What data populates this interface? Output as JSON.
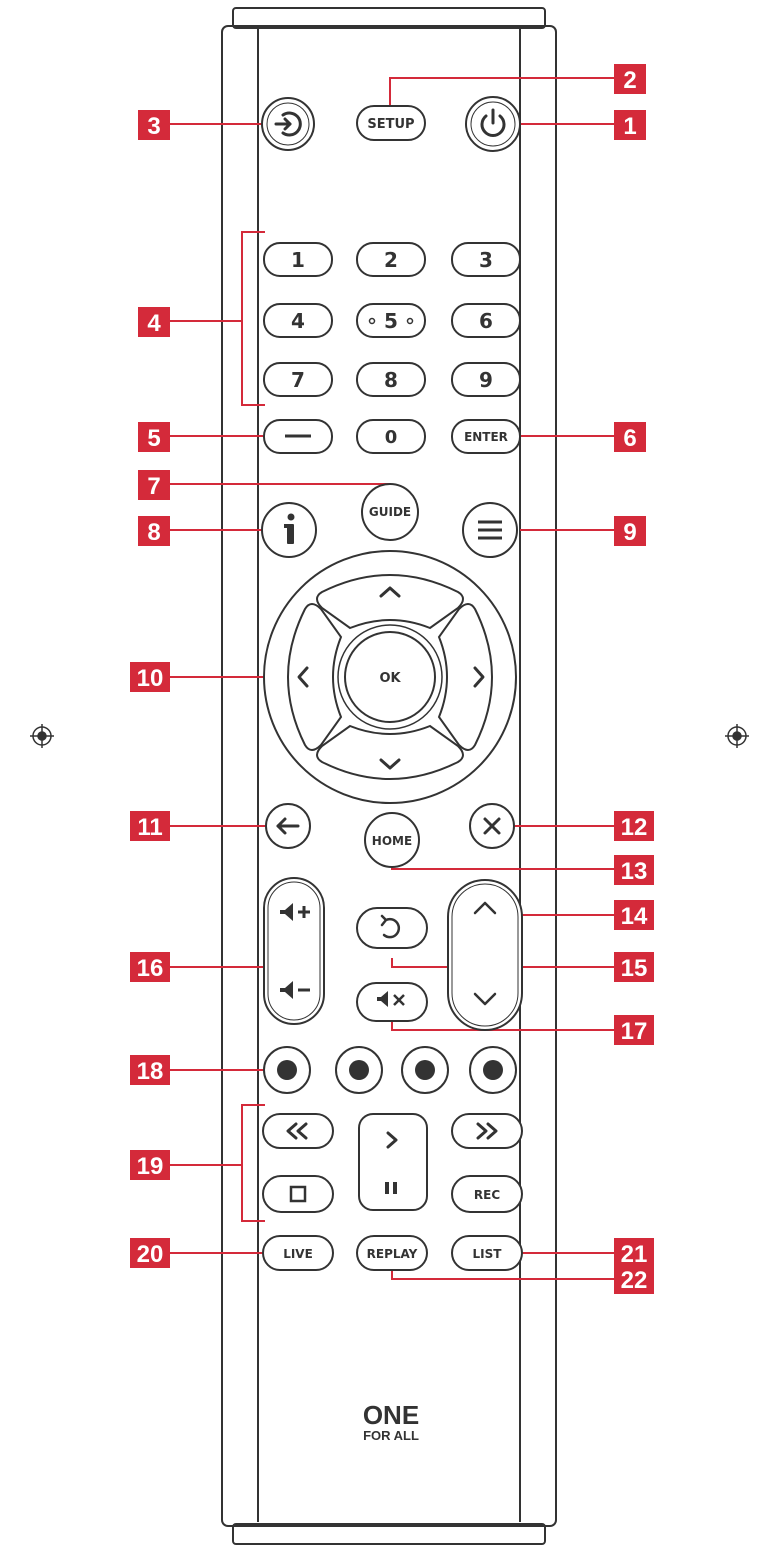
{
  "colors": {
    "accent": "#d42a3a",
    "outline": "#333333"
  },
  "callouts": {
    "c1": "1",
    "c2": "2",
    "c3": "3",
    "c4": "4",
    "c5": "5",
    "c6": "6",
    "c7": "7",
    "c8": "8",
    "c9": "9",
    "c10": "10",
    "c11": "11",
    "c12": "12",
    "c13": "13",
    "c14": "14",
    "c15": "15",
    "c16": "16",
    "c17": "17",
    "c18": "18",
    "c19": "19",
    "c20": "20",
    "c21": "21",
    "c22": "22"
  },
  "buttons": {
    "setup": "SETUP",
    "digits": [
      "1",
      "2",
      "3",
      "4",
      "5",
      "6",
      "7",
      "8",
      "9",
      "0"
    ],
    "enter": "ENTER",
    "guide": "GUIDE",
    "ok": "OK",
    "home": "HOME",
    "rec": "REC",
    "live": "LIVE",
    "replay": "REPLAY",
    "list": "LIST"
  },
  "icons": {
    "input": "input-icon",
    "power": "power-icon",
    "dash": "dash-icon",
    "info": "info-icon",
    "menu": "menu-icon",
    "up": "chevron-up-icon",
    "down": "chevron-down-icon",
    "left": "chevron-left-icon",
    "right": "chevron-right-icon",
    "back": "back-arrow-icon",
    "exit": "close-icon",
    "vol_up": "volume-up-icon",
    "vol_down": "volume-down-icon",
    "ch_up": "channel-up-icon",
    "ch_down": "channel-down-icon",
    "last": "last-channel-icon",
    "mute": "mute-icon",
    "rewind": "rewind-icon",
    "play": "play-icon",
    "pause": "pause-icon",
    "fast_forward": "fast-forward-icon",
    "stop": "stop-icon",
    "reg_mark": "registration-mark-icon"
  },
  "logo": {
    "line1": "ONE",
    "line2": "FOR ALL"
  }
}
